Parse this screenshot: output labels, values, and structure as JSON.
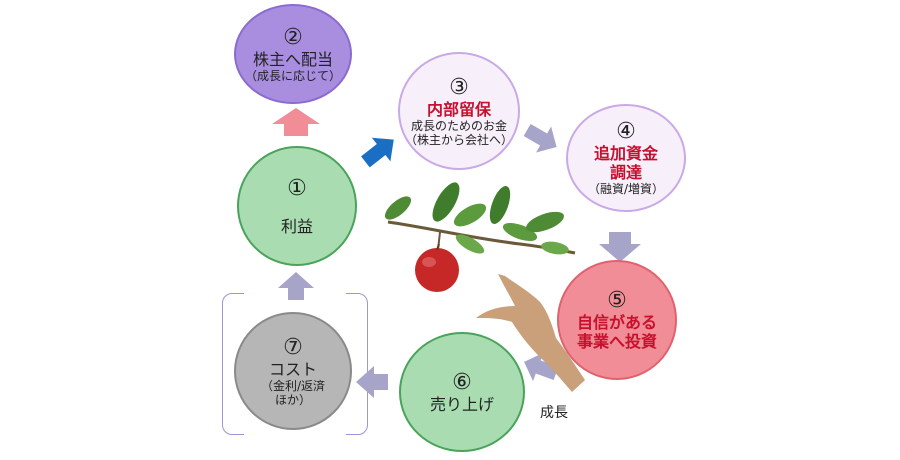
{
  "nodes": {
    "n1": {
      "num": "①",
      "title": "利益"
    },
    "n2": {
      "num": "②",
      "title": "株主へ配当",
      "sub": "（成長に応じて）"
    },
    "n3": {
      "num": "③",
      "title": "内部留保",
      "sub1": "成長のためのお金",
      "sub2": "（株主から会社へ）"
    },
    "n4": {
      "num": "④",
      "title1": "追加資金",
      "title2": "調達",
      "sub": "（融資/増資）"
    },
    "n5": {
      "num": "⑤",
      "title1": "自信がある",
      "title2": "事業へ投資"
    },
    "n6": {
      "num": "⑥",
      "title": "売り上げ"
    },
    "n7": {
      "num": "⑦",
      "title": "コスト",
      "sub1": "（金利/返済",
      "sub2": "ほか）"
    }
  },
  "growth_label": "成長",
  "colors": {
    "profit_sales": "#a9ddb1",
    "dividend": "#a98ee0",
    "retained": "#f7f0fb",
    "invest": "#f08d96",
    "cost": "#b6b6b6",
    "red_text": "#c8102e",
    "arrow_blue": "#1a6fc4",
    "arrow_pink": "#f08d96",
    "arrow_gray": "#a7a4c9"
  }
}
